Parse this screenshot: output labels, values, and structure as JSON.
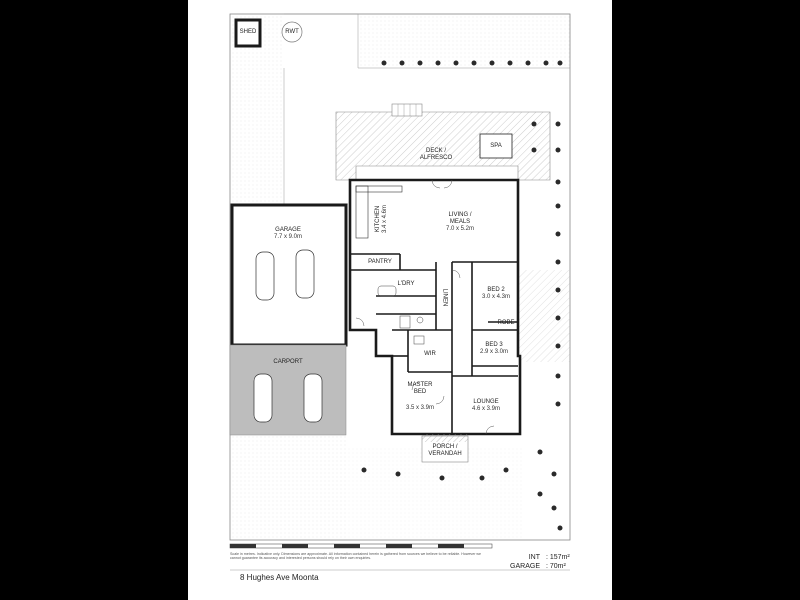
{
  "plan": {
    "rooms": {
      "shed": {
        "name": "SHED"
      },
      "rwt": {
        "name": "RWT"
      },
      "deck": {
        "name": "DECK / ALFRESCO"
      },
      "spa": {
        "name": "SPA"
      },
      "kitchen": {
        "name": "KITCHEN",
        "dims": "3.4 x 4.6m"
      },
      "living": {
        "name": "LIVING / MEALS",
        "dims": "7.0 x 5.2m"
      },
      "garage": {
        "name": "GARAGE",
        "dims": "7.7 x 9.0m"
      },
      "pantry": {
        "name": "PANTRY"
      },
      "ldry": {
        "name": "L'DRY"
      },
      "linen": {
        "name": "LINEN"
      },
      "bed2": {
        "name": "BED 2",
        "dims": "3.0 x 4.3m"
      },
      "robe": {
        "name": "ROBE"
      },
      "bed3": {
        "name": "BED 3",
        "dims": "2.9 x 3.0m"
      },
      "wir": {
        "name": "WIR"
      },
      "carport": {
        "name": "CARPORT"
      },
      "master": {
        "name": "MASTER BED",
        "dims": "3.5 x 3.9m"
      },
      "lounge": {
        "name": "LOUNGE",
        "dims": "4.6 x 3.9m"
      },
      "porch": {
        "name": "PORCH / VERANDAH"
      }
    },
    "colors": {
      "wall": "#1a1a1a",
      "carport": "#bdbdbd",
      "hatch": "#b8b8b8",
      "shrub": "#2a2a2a"
    }
  },
  "footer": {
    "disclaimer": "Scale in metres. Indicative only. Dimensions are approximate. All information contained herein is gathered from sources we believe to be reliable. However we cannot guarantee its accuracy and interested persons should rely on their own enquiries.",
    "address": "8 Hughes Ave Moonta",
    "int_label": "INT",
    "int_value": ": 157m²",
    "garage_label": "GARAGE",
    "garage_value": ": 70m²"
  }
}
